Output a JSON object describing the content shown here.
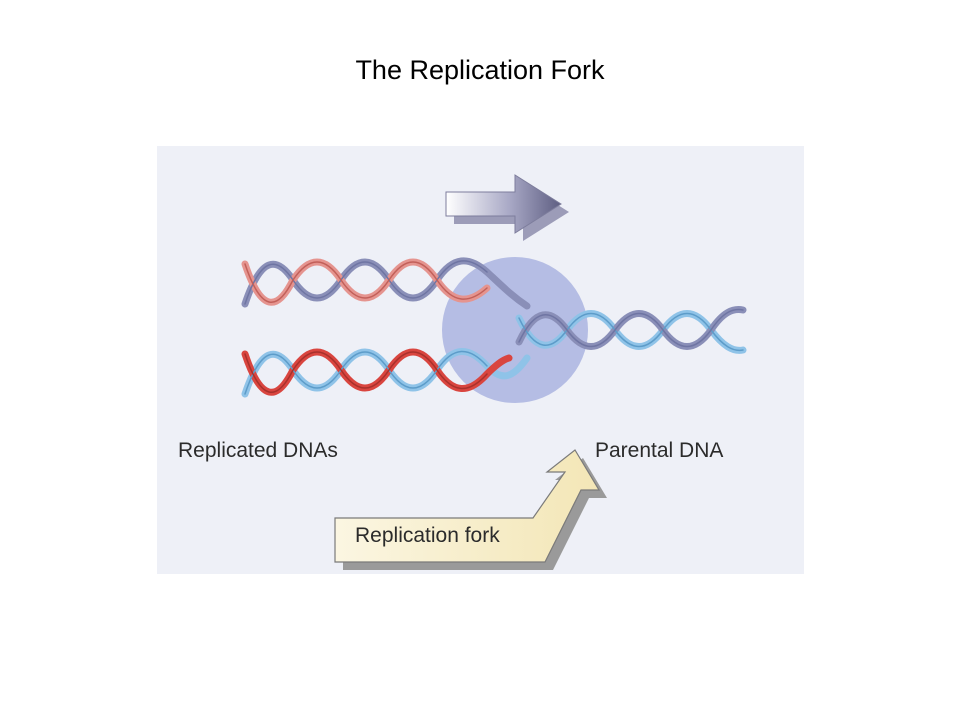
{
  "slide": {
    "title": "The Replication Fork"
  },
  "figure": {
    "label_replicated": "Replicated DNAs",
    "label_parental": "Parental DNA",
    "label_fork": "Replication fork",
    "colors": {
      "background": "#eef0f7",
      "parental_strand": "#8a8fb8",
      "new_strand_top": "#e08a86",
      "new_strand_bottom": "#d9453f",
      "parental_light": "#8fc3e8",
      "fork_circle": "#aab4e0",
      "direction_arrow": "#6f6f90",
      "fork_arrow": "#f7ecc4"
    },
    "icons": [
      "direction-arrow-icon",
      "fork-pointer-arrow-icon"
    ]
  }
}
